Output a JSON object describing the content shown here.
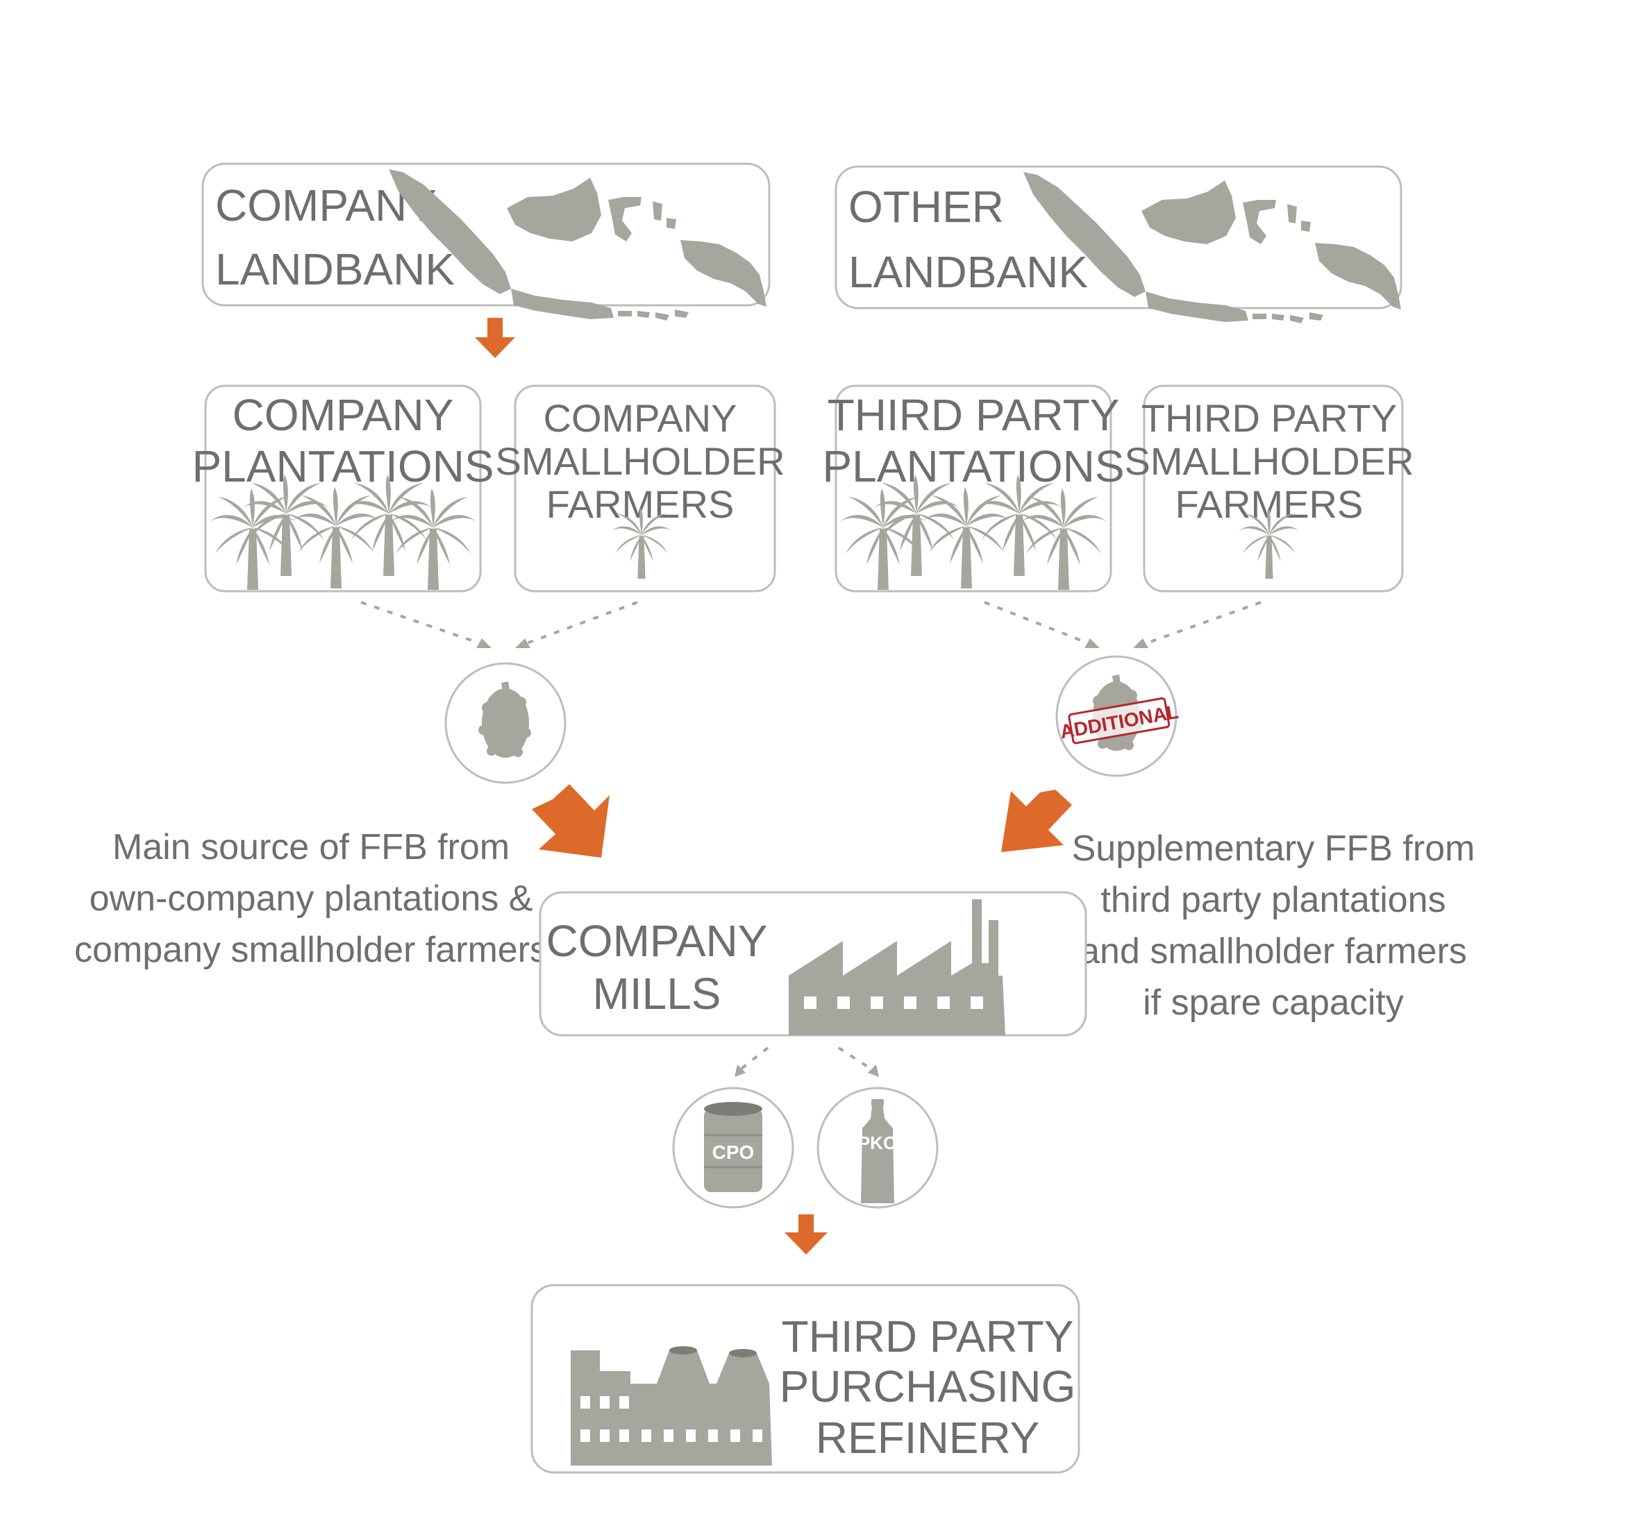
{
  "colors": {
    "accent": "#dd6a2a",
    "shape_gray": "#a6a69f",
    "text_gray": "#6e6e6e",
    "border_gray": "#bdbdbd",
    "stamp_red": "#b8262c"
  },
  "boxes": {
    "company_landbank": [
      "COMPANY",
      "LANDBANK"
    ],
    "other_landbank": [
      "OTHER",
      "LANDBANK"
    ],
    "company_plantations": [
      "COMPANY",
      "PLANTATIONS"
    ],
    "company_smallholder": [
      "COMPANY",
      "SMALLHOLDER",
      "FARMERS"
    ],
    "third_party_plantations": [
      "THIRD PARTY",
      "PLANTATIONS"
    ],
    "third_party_smallholder": [
      "THIRD PARTY",
      "SMALLHOLDER",
      "FARMERS"
    ],
    "company_mills": [
      "COMPANY",
      "MILLS"
    ],
    "refinery": [
      "THIRD PARTY",
      "PURCHASING",
      "REFINERY"
    ]
  },
  "badges": {
    "additional": "ADDITIONAL",
    "cpo": "CPO",
    "pko": "PKO"
  },
  "notes": {
    "main_source": [
      "Main source of FFB from",
      "own-company plantations &",
      "company smallholder farmers"
    ],
    "supplementary": [
      "Supplementary FFB from",
      "third party plantations",
      "and smallholder farmers",
      "if spare capacity"
    ]
  },
  "icons": {
    "map": "indonesia-map-icon",
    "palm": "palm-tree-icon",
    "fruit": "palm-fruit-bunch-icon",
    "mill": "factory-icon",
    "refinery": "refinery-icon",
    "barrel": "barrel-icon",
    "bottle": "bottle-icon"
  }
}
